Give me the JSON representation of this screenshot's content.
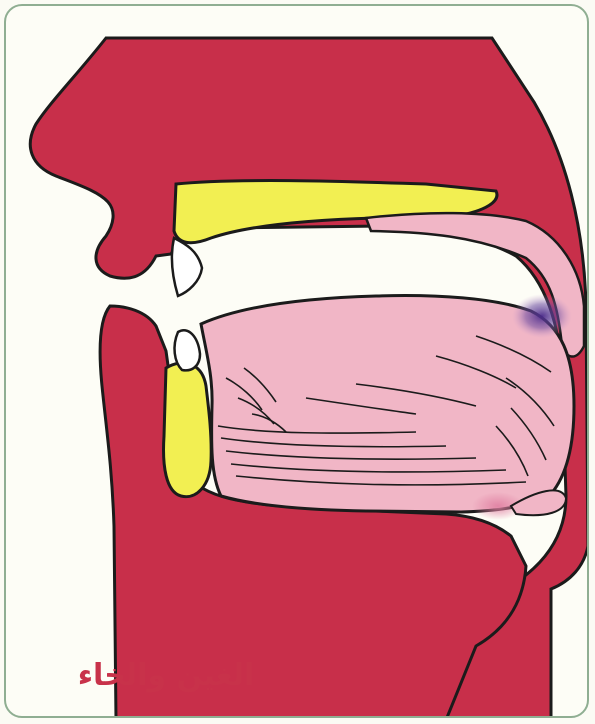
{
  "caption": "الغين والخاء",
  "colors": {
    "flesh": "#c82f4a",
    "bone": "#f2ef52",
    "tongue": "#f1b6c6",
    "articulation": "#4b2a8a",
    "outline": "#1b1b1b",
    "frame": "#8fae92"
  },
  "icons": {
    "diagram": "vocal-tract-cross-section",
    "highlight": "articulation-point-soft-palate"
  }
}
